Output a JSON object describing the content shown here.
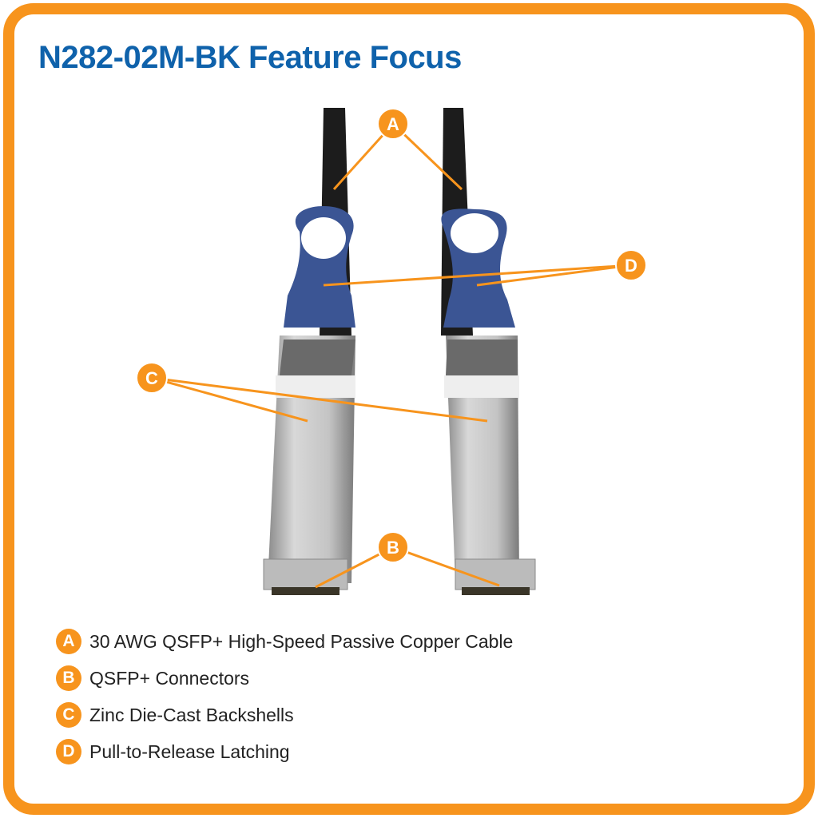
{
  "title": "N282-02M-BK Feature Focus",
  "colors": {
    "accent": "#f7941d",
    "title": "#0f62ab",
    "latch": "#3b5594"
  },
  "callouts": [
    "A",
    "B",
    "C",
    "D"
  ],
  "legend": [
    {
      "letter": "A",
      "text": "30 AWG QSFP+ High-Speed Passive Copper Cable"
    },
    {
      "letter": "B",
      "text": "QSFP+ Connectors"
    },
    {
      "letter": "C",
      "text": "Zinc Die-Cast Backshells"
    },
    {
      "letter": "D",
      "text": "Pull-to-Release Latching"
    }
  ]
}
